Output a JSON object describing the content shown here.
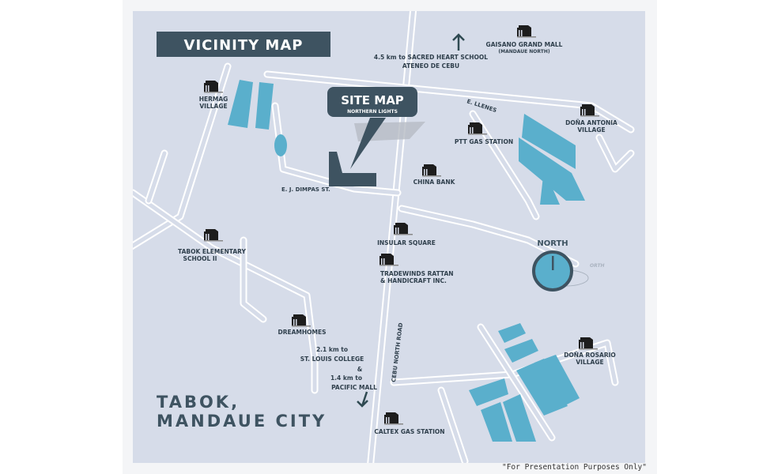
{
  "title": "VICINITY MAP",
  "site_map": {
    "title": "SITE MAP",
    "subtitle": "NORTHERN LIGHTS"
  },
  "location": {
    "line1": "TABOK,",
    "line2": "MANDAUE CITY"
  },
  "north_label": "NORTH",
  "north_ghost": "ORTH",
  "directions": {
    "north_line1": "4.5 km to SACRED HEART SCHOOL",
    "north_line2": "ATENEO DE CEBU",
    "south_line1": "2.1 km to",
    "south_line2": "ST. LOUIS COLLEGE",
    "south_line3": "&",
    "south_line4": "1.4 km to",
    "south_line5": "PACIFIC MALL"
  },
  "streets": {
    "e_llenes": "E. LLENES",
    "dimpas": "E. J. DIMPAS ST.",
    "cebu_north": "CEBU NORTH ROAD"
  },
  "landmarks": {
    "gaisano": [
      "GAISANO GRAND MALL",
      "(MANDAUE NORTH)"
    ],
    "hermag": [
      "HERMAG",
      "VILLAGE"
    ],
    "dona_antonia": [
      "DOÑA ANTONIA",
      "VILLAGE"
    ],
    "ptt": [
      "PTT GAS STATION"
    ],
    "china_bank": [
      "CHINA BANK"
    ],
    "insular": [
      "INSULAR SQUARE"
    ],
    "tabok_school": [
      "TABOK ELEMENTARY",
      "SCHOOL II"
    ],
    "tradewinds": [
      "TRADEWINDS RATTAN",
      "& HANDICRAFT INC."
    ],
    "dreamhomes": [
      "DREAMHOMES"
    ],
    "dona_rosario": [
      "DOÑA ROSARIO",
      "VILLAGE"
    ],
    "caltex": [
      "CALTEX GAS STATION"
    ]
  },
  "disclaimer": "\"For Presentation Purposes Only\"",
  "colors": {
    "map_bg": "#d6dce9",
    "lots": "#5aafcc",
    "dark": "#3e5361"
  }
}
